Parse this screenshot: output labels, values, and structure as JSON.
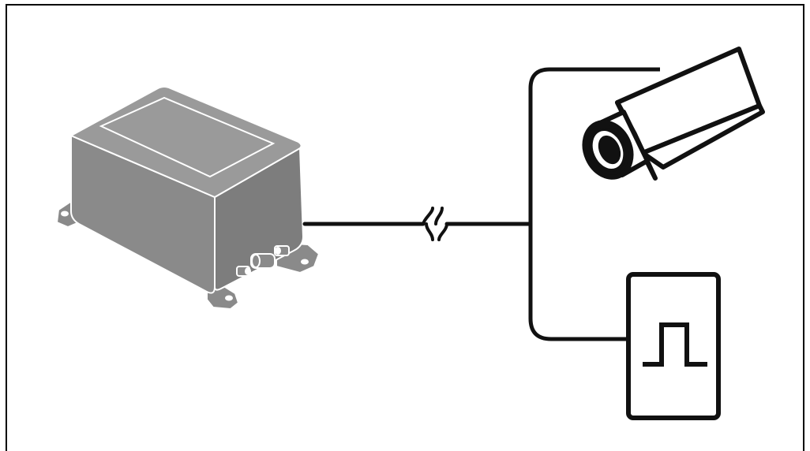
{
  "diagram": {
    "components": [
      {
        "id": "sensor-box",
        "kind": "device",
        "icon": "enclosure-box-icon"
      },
      {
        "id": "camera",
        "kind": "device",
        "icon": "security-camera-icon"
      },
      {
        "id": "pulse-output",
        "kind": "device",
        "icon": "pulse-signal-icon"
      }
    ],
    "connections": [
      {
        "from": "sensor-box",
        "to": "junction",
        "style": "cable-with-break"
      },
      {
        "from": "junction",
        "to": "camera",
        "style": "cable"
      },
      {
        "from": "junction",
        "to": "pulse-output",
        "style": "cable"
      }
    ],
    "colors": {
      "box_fill": "#8a8a8a",
      "box_top": "#9a9a9a",
      "box_dark": "#6f6f6f",
      "line": "#111111",
      "frame": "#000000"
    }
  }
}
